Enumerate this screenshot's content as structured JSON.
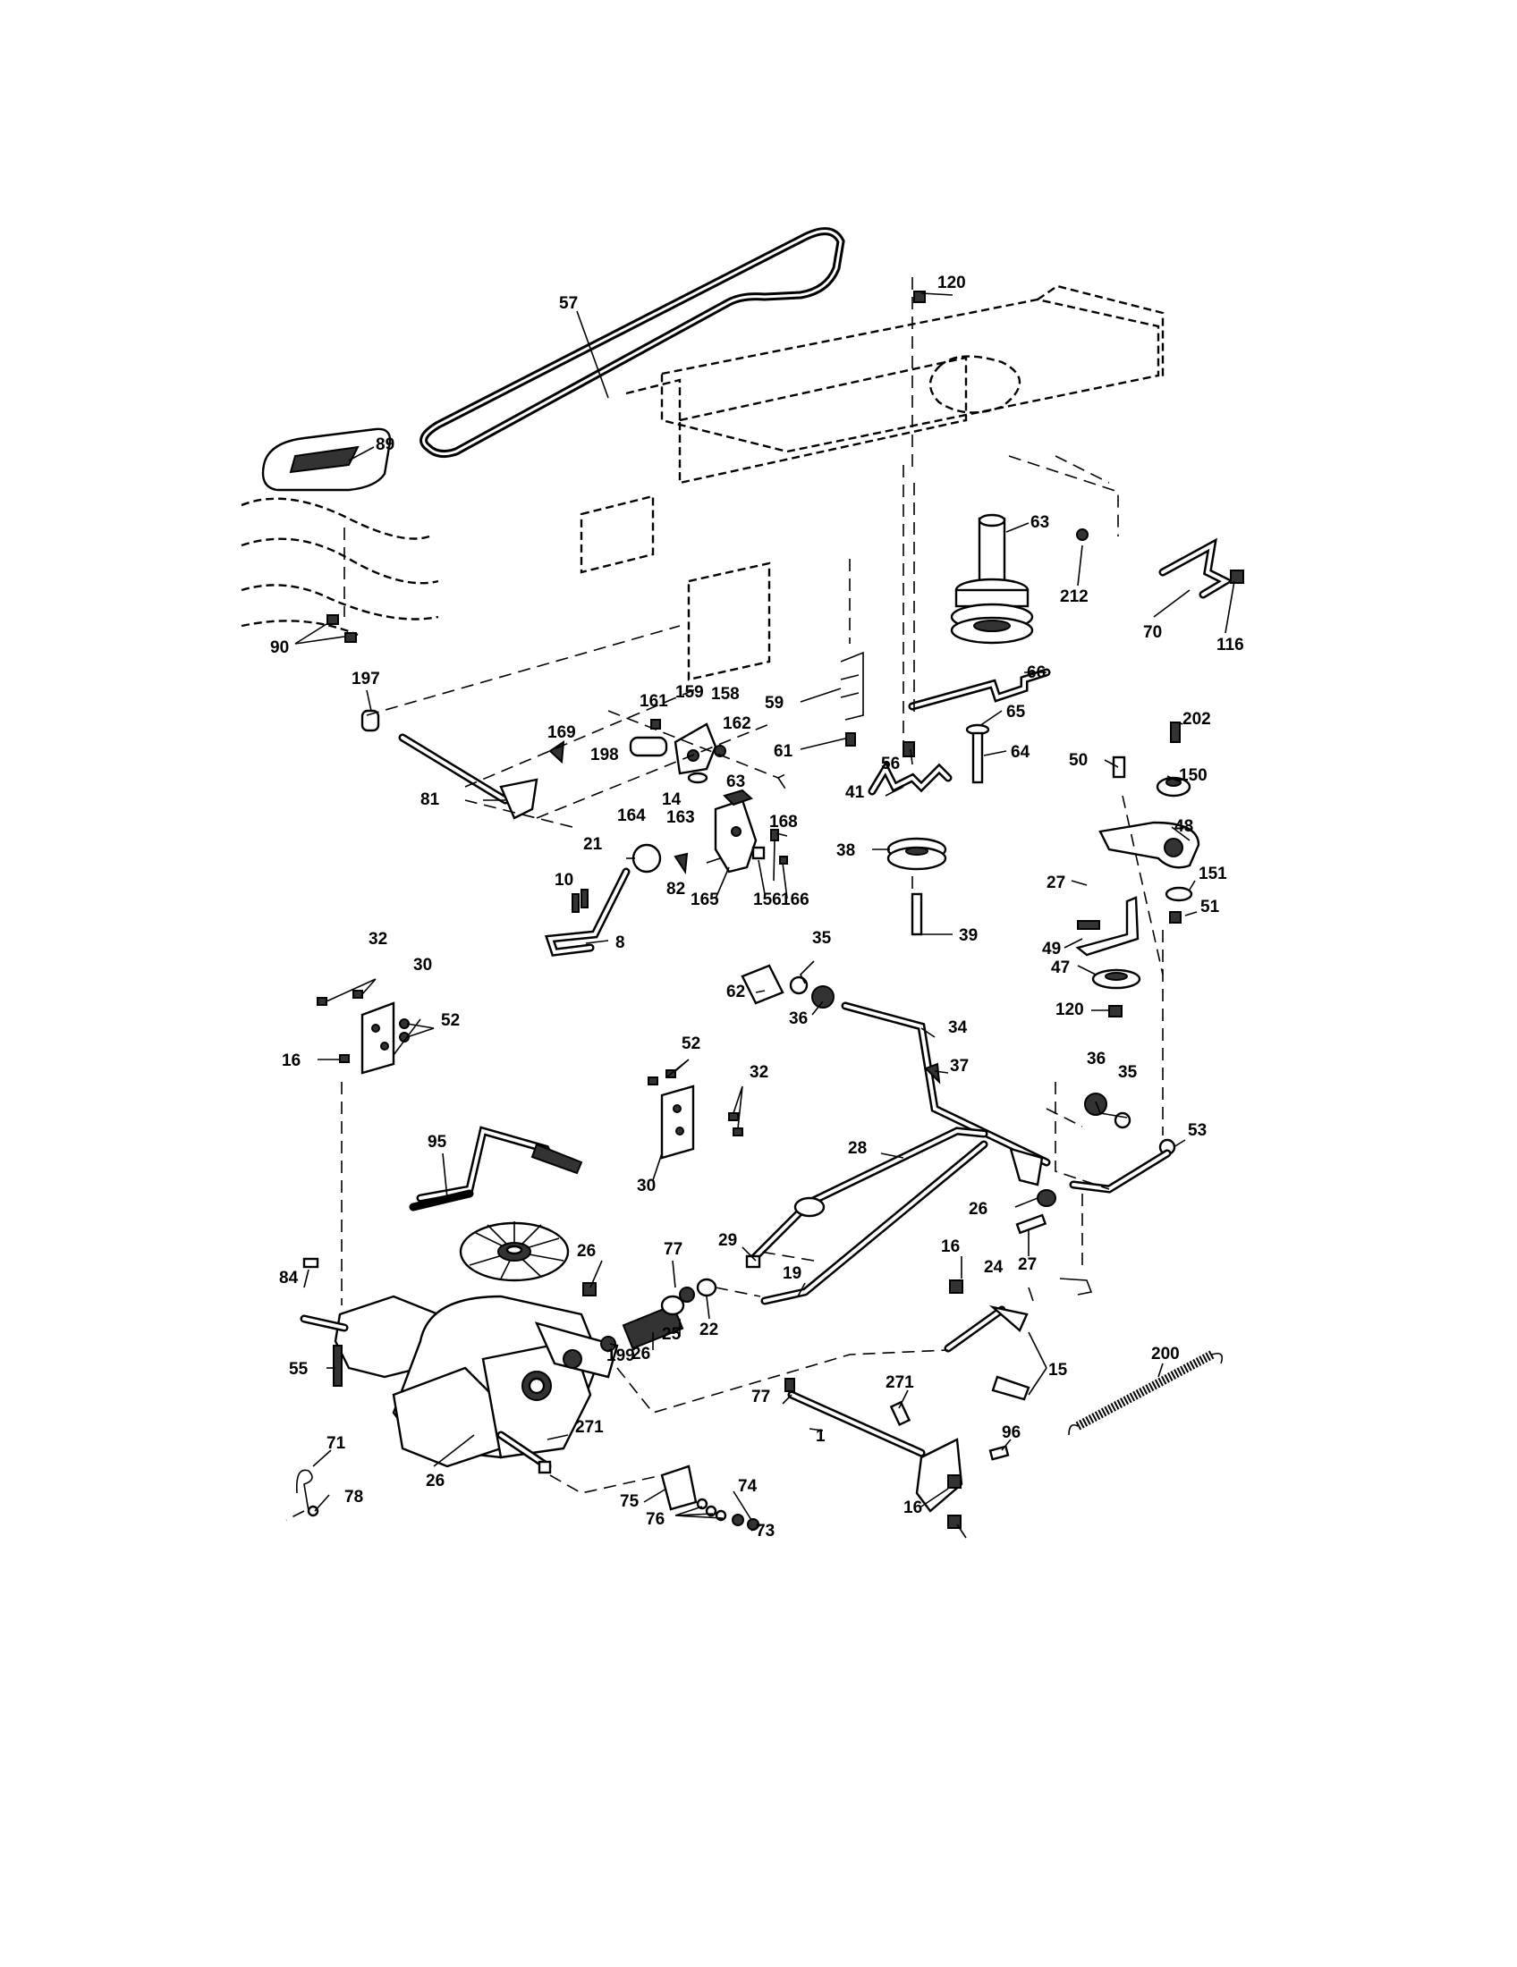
{
  "diagram": {
    "callouts": [
      "57",
      "120",
      "89",
      "63",
      "212",
      "70",
      "116",
      "90",
      "197",
      "59",
      "66",
      "161",
      "159",
      "158",
      "169",
      "162",
      "65",
      "198",
      "61",
      "64",
      "202",
      "56",
      "50",
      "150",
      "81",
      "14",
      "63",
      "41",
      "48",
      "164",
      "163",
      "168",
      "21",
      "82",
      "38",
      "39",
      "27",
      "151",
      "165",
      "156",
      "166",
      "10",
      "51",
      "49",
      "8",
      "47",
      "120",
      "35",
      "62",
      "36",
      "34",
      "32",
      "30",
      "52",
      "37",
      "16",
      "36",
      "35",
      "52",
      "32",
      "53",
      "30",
      "95",
      "28",
      "26",
      "27",
      "29",
      "16",
      "26",
      "77",
      "84",
      "24",
      "22",
      "19",
      "25",
      "26",
      "199",
      "15",
      "55",
      "200",
      "271",
      "77",
      "271",
      "96",
      "71",
      "1",
      "26",
      "78",
      "74",
      "75",
      "76",
      "73",
      "16"
    ],
    "icons": [
      "drive-belt",
      "seat-pan",
      "deck-frame",
      "engine-pulley",
      "idler-pulley",
      "idler-bracket",
      "transaxle",
      "cooling-fan",
      "clutch-brake-rod",
      "shift-lever",
      "spring",
      "knob"
    ]
  }
}
